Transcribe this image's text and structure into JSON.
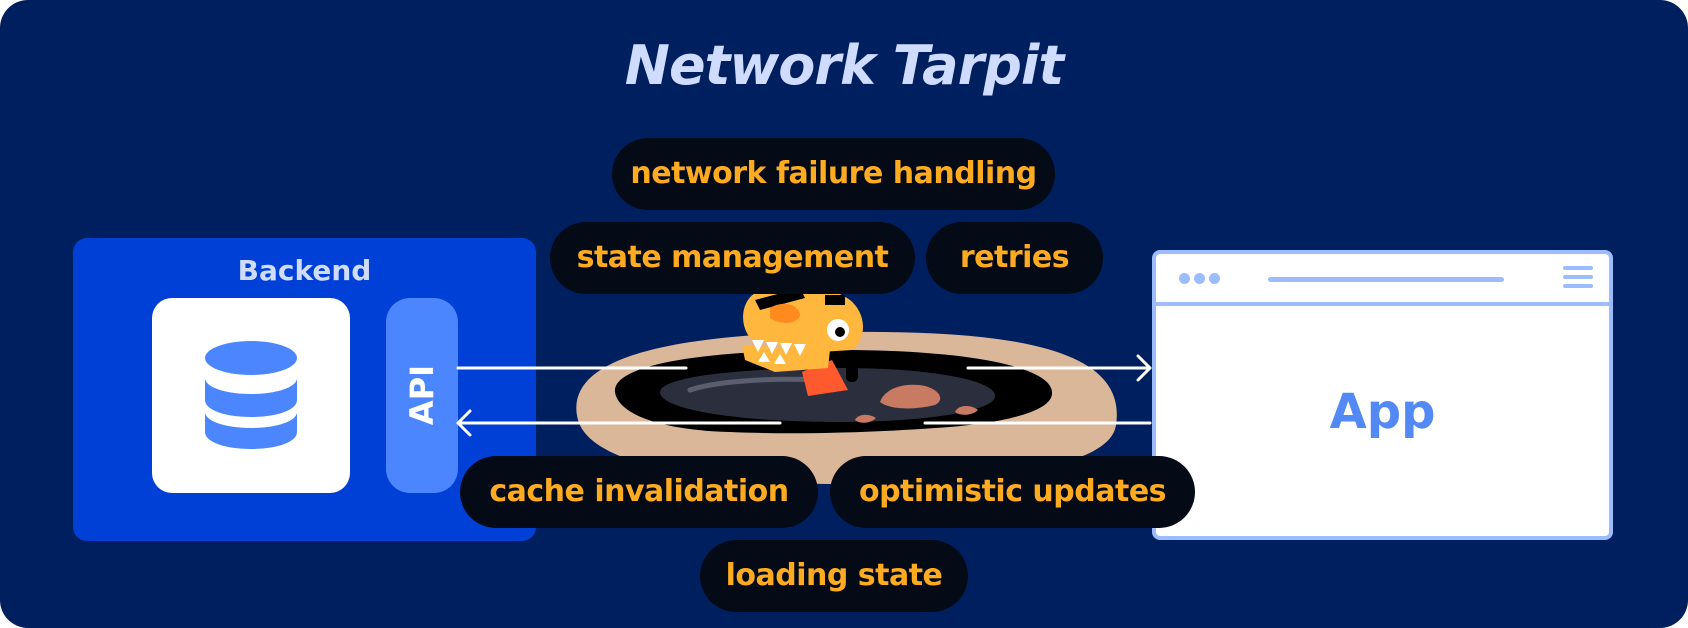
{
  "title": "Network Tarpit",
  "backend": {
    "label": "Backend",
    "database_icon": "database-icon",
    "api_label": "API"
  },
  "app": {
    "label": "App",
    "window_icons": [
      "window-dots-icon",
      "address-bar-icon",
      "menu-icon"
    ]
  },
  "concerns": {
    "network_failure": "network failure handling",
    "state_management": "state management",
    "retries": "retries",
    "cache_invalidation": "cache invalidation",
    "optimistic_updates": "optimistic updates",
    "loading_state": "loading state"
  },
  "illustration": {
    "tarpit": "tar-pit-icon",
    "dinosaur": "dinosaur-skull-icon"
  },
  "colors": {
    "background": "#001f5e",
    "backend": "#0040d6",
    "api": "#4c86ff",
    "pill_background": "#050a17",
    "pill_text": "#ffab1f",
    "app_border": "#9bbcff",
    "app_text": "#5389f5",
    "title": "#cfdcff"
  }
}
